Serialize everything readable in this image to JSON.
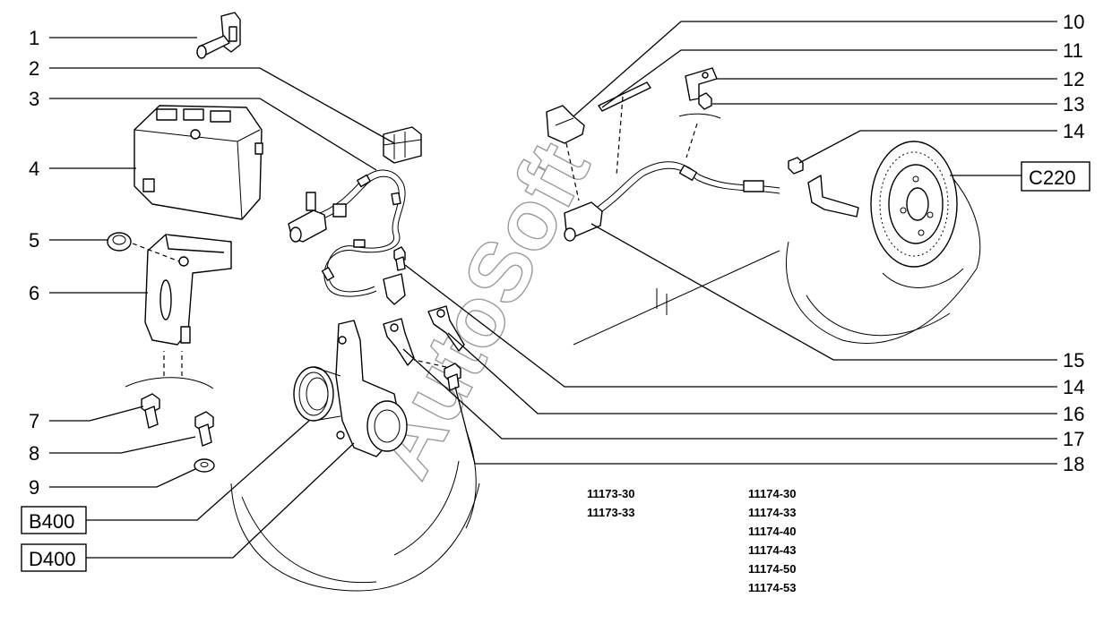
{
  "diagram": {
    "watermark": "AutoSoft",
    "callouts_left": [
      "1",
      "2",
      "3",
      "4",
      "5",
      "6",
      "7",
      "8",
      "9"
    ],
    "callouts_right": [
      "10",
      "11",
      "12",
      "13",
      "14",
      "15",
      "14",
      "16",
      "17",
      "18"
    ],
    "boxed_refs": [
      "B400",
      "D400",
      "C220"
    ],
    "model_codes_col1": [
      "11173-30",
      "11173-33"
    ],
    "model_codes_col2": [
      "11174-30",
      "11174-33",
      "11174-40",
      "11174-43",
      "11174-50",
      "11174-53"
    ]
  }
}
